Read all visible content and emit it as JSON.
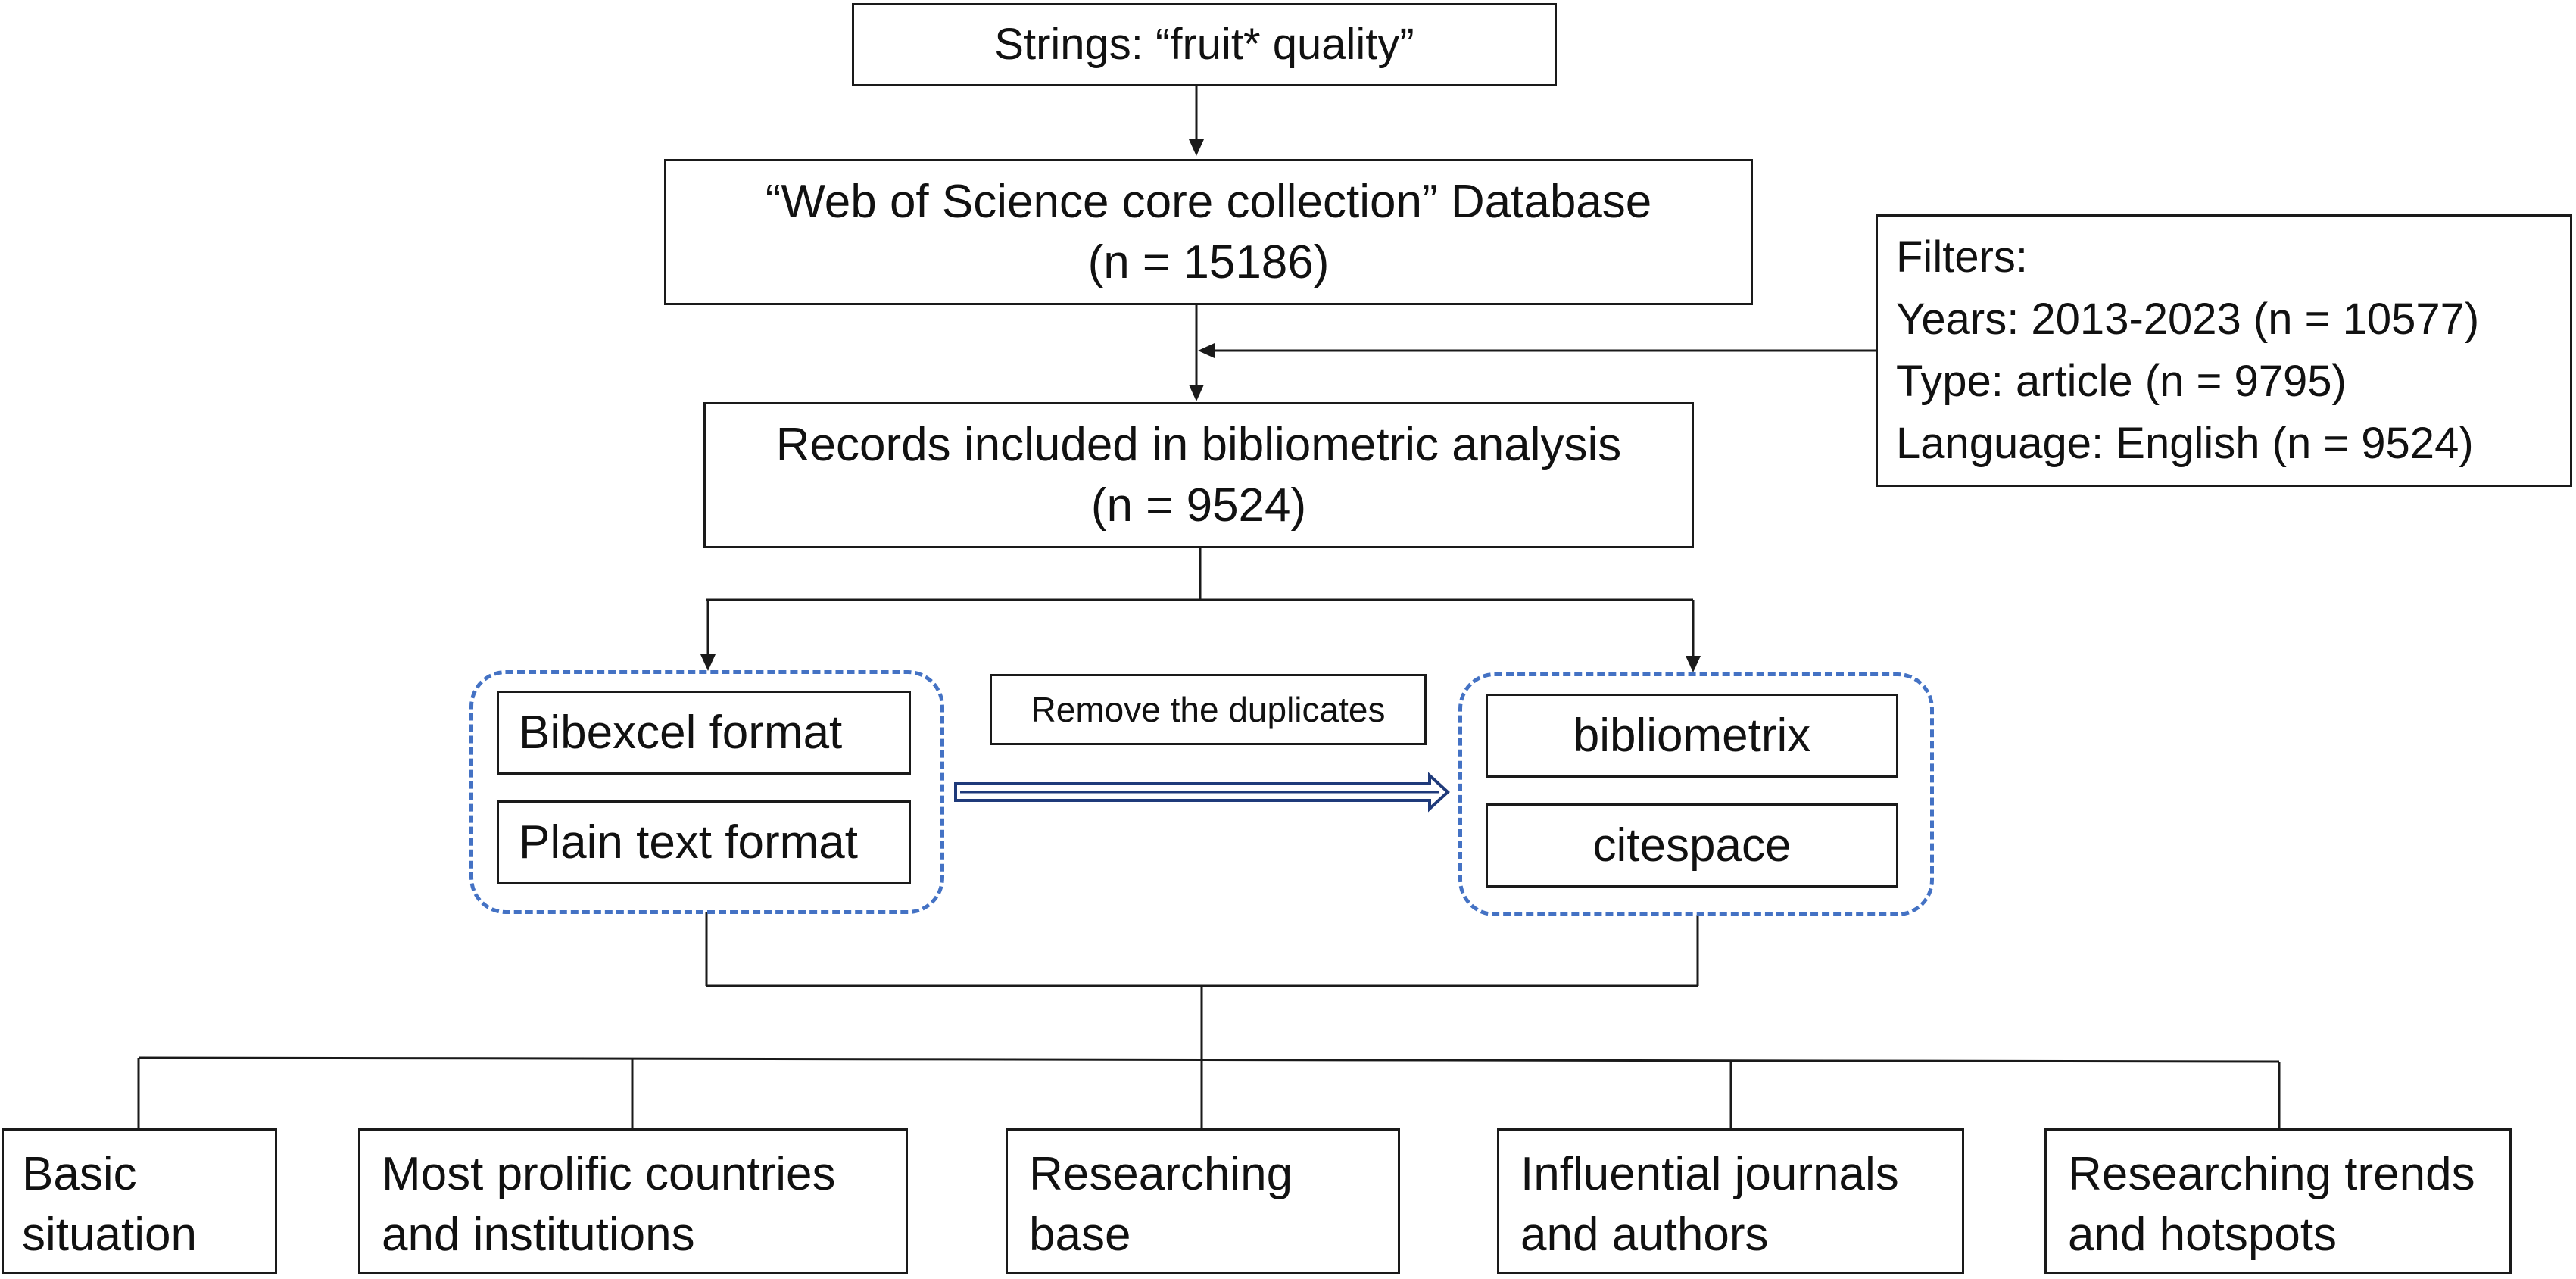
{
  "search": {
    "strings": "Strings: “fruit* quality”"
  },
  "database": {
    "line1": "“Web of Science core collection” Database",
    "line2": "(n = 15186)"
  },
  "filters": {
    "title": "Filters:",
    "years": "Years: 2013-2023 (n = 10577)",
    "type": "Type: article (n = 9795)",
    "language": "Language: English (n = 9524)"
  },
  "records": {
    "line1": "Records included  in bibliometric analysis",
    "line2": "(n = 9524)"
  },
  "formats": {
    "bibexcel": "Bibexcel format",
    "plain": "Plain text format"
  },
  "dedupe": {
    "label": "Remove the duplicates"
  },
  "tools": {
    "bibliometrix": "bibliometrix",
    "citespace": "citespace"
  },
  "outputs": [
    {
      "line1": "Basic",
      "line2": "situation"
    },
    {
      "line1": "Most prolific countries",
      "line2": "and institutions"
    },
    {
      "line1": "Researching",
      "line2": "base"
    },
    {
      "line1": "Influential journals",
      "line2": "and authors"
    },
    {
      "line1": "Researching trends",
      "line2": "and hotspots"
    }
  ],
  "colors": {
    "dashed_group": "#4472C4",
    "double_arrow": "#1F3A7A",
    "lines": "#1a1a1a"
  }
}
